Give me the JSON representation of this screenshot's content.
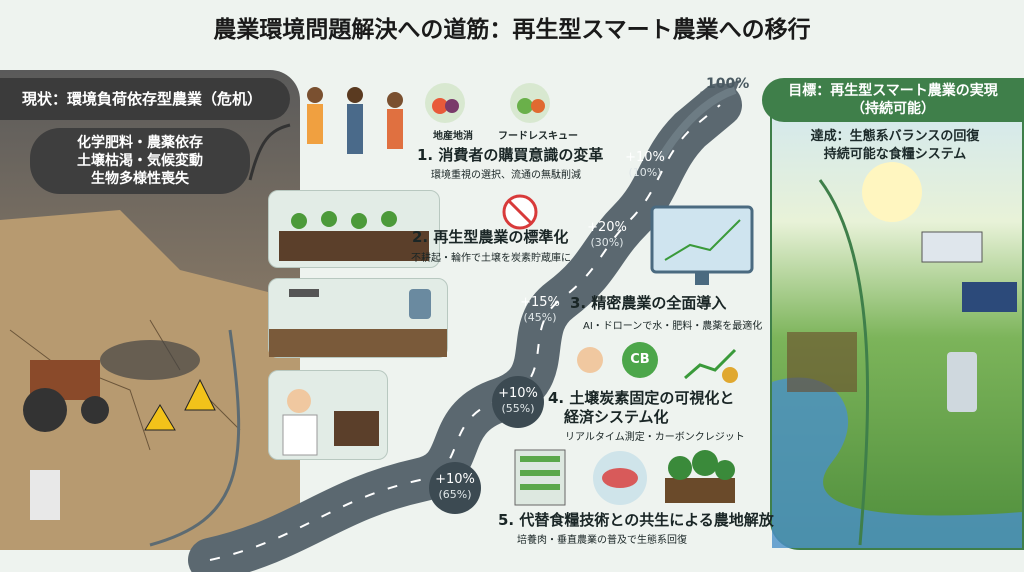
{
  "title": "農業環境問題解決への道筋：再生型スマート農業への移行",
  "current": {
    "heading": "現状：環境負荷依存型農業（危机）",
    "items": [
      "化学肥料・農薬依存",
      "土壌枯渇・気候変動",
      "生物多様性喪失"
    ]
  },
  "goal": {
    "heading_line1": "目標：再生型スマート農業の実現",
    "heading_line2": "（持続可能）",
    "sub_line1": "達成：生態系バランスの回復",
    "sub_line2": "持続可能な食糧システム"
  },
  "steps": [
    {
      "title": "1. 消費者の購買意識の変革",
      "sub": "環境重視の選択、流通の無駄削減",
      "tags": [
        "地産地消",
        "フードレスキュー"
      ]
    },
    {
      "title": "2. 再生型農業の標準化",
      "sub": "不耕起・輪作で土壌を炭素貯蔵庫に"
    },
    {
      "title": "3. 精密農業の全面導入",
      "sub": "AI・ドローンで水・肥料・農薬を最適化"
    },
    {
      "title_line1": "4. 土壌炭素固定の可視化と",
      "title_line2": "経済システム化",
      "sub": "リアルタイム測定・カーボンクレジット",
      "badge": "CB"
    },
    {
      "title": "5. 代替食糧技術との共生による農地解放",
      "sub": "培養肉・垂直農業の普及で生態系回復"
    }
  ],
  "progress": [
    {
      "delta": "+10%",
      "total": "(65%)"
    },
    {
      "delta": "+10%",
      "total": "(55%)"
    },
    {
      "delta": "+15%",
      "total": "(45%)"
    },
    {
      "delta": "+20%",
      "total": "(30%)"
    },
    {
      "delta": "+10%",
      "total": "(10%)"
    }
  ],
  "final": "100%",
  "colors": {
    "road": "#5b6870",
    "goal": "#3f7f4a",
    "crisis": "#3b3b3b"
  }
}
